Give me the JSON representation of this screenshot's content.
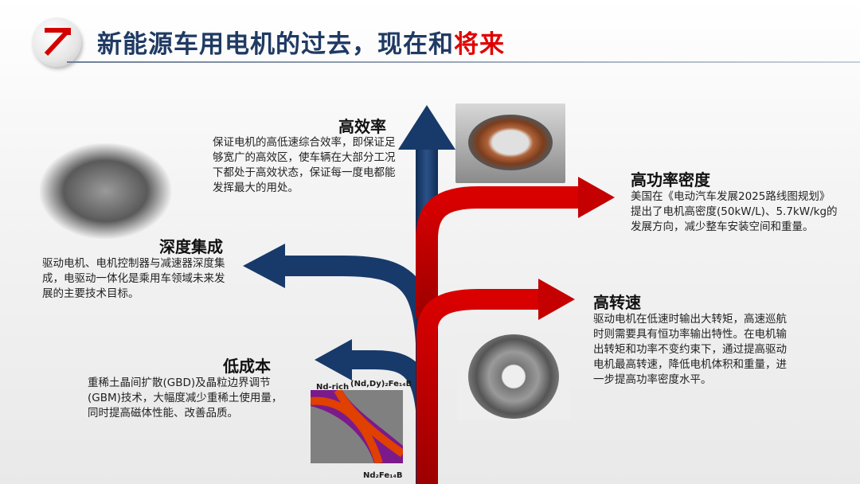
{
  "header": {
    "title_main": "新能源车用电机的过去，现在和",
    "title_highlight": "将来",
    "logo_icon": "arrow-up-right-icon"
  },
  "colors": {
    "blue": "#173a6a",
    "red": "#c40000",
    "title_blue": "#1f3a63",
    "title_red": "#e00000"
  },
  "items": {
    "efficiency": {
      "title": "高效率",
      "text": "保证电机的高低速综合效率，即保证足够宽广的高效区，使车辆在大部分工况下都处于高效状态，保证每一度电都能发挥最大的用处。"
    },
    "integration": {
      "title": "深度集成",
      "text": "驱动电机、电机控制器与减速器深度集成，电驱动一体化是乘用车领域未来发展的主要技术目标。"
    },
    "low_cost": {
      "title": "低成本",
      "text": "重稀土晶间扩散(GBD)及晶粒边界调节(GBM)技术，大幅度减少重稀土使用量，同时提高磁体性能、改善品质。"
    },
    "power_density": {
      "title": "高功率密度",
      "text": "美国在《电动汽车发展2025路线图规划》提出了电机高密度(50kW/L)、5.7kW/kg的发展方向，减少整车安装空间和重量。"
    },
    "high_speed": {
      "title": "高转速",
      "text": "驱动电机在低速时输出大转矩，高速巡航时则需要具有恒功率输出特性。在电机输出转矩和功率不变约束下，通过提高驱动电机最高转速，降低电机体积和重量，进一步提高功率密度水平。"
    }
  },
  "diagram": {
    "label_nd_rich": "Nd-rich",
    "label_nd_dy": "(Nd,Dy)₂Fe₁₄B",
    "label_nd2fe14b": "Nd₂Fe₁₄B"
  }
}
